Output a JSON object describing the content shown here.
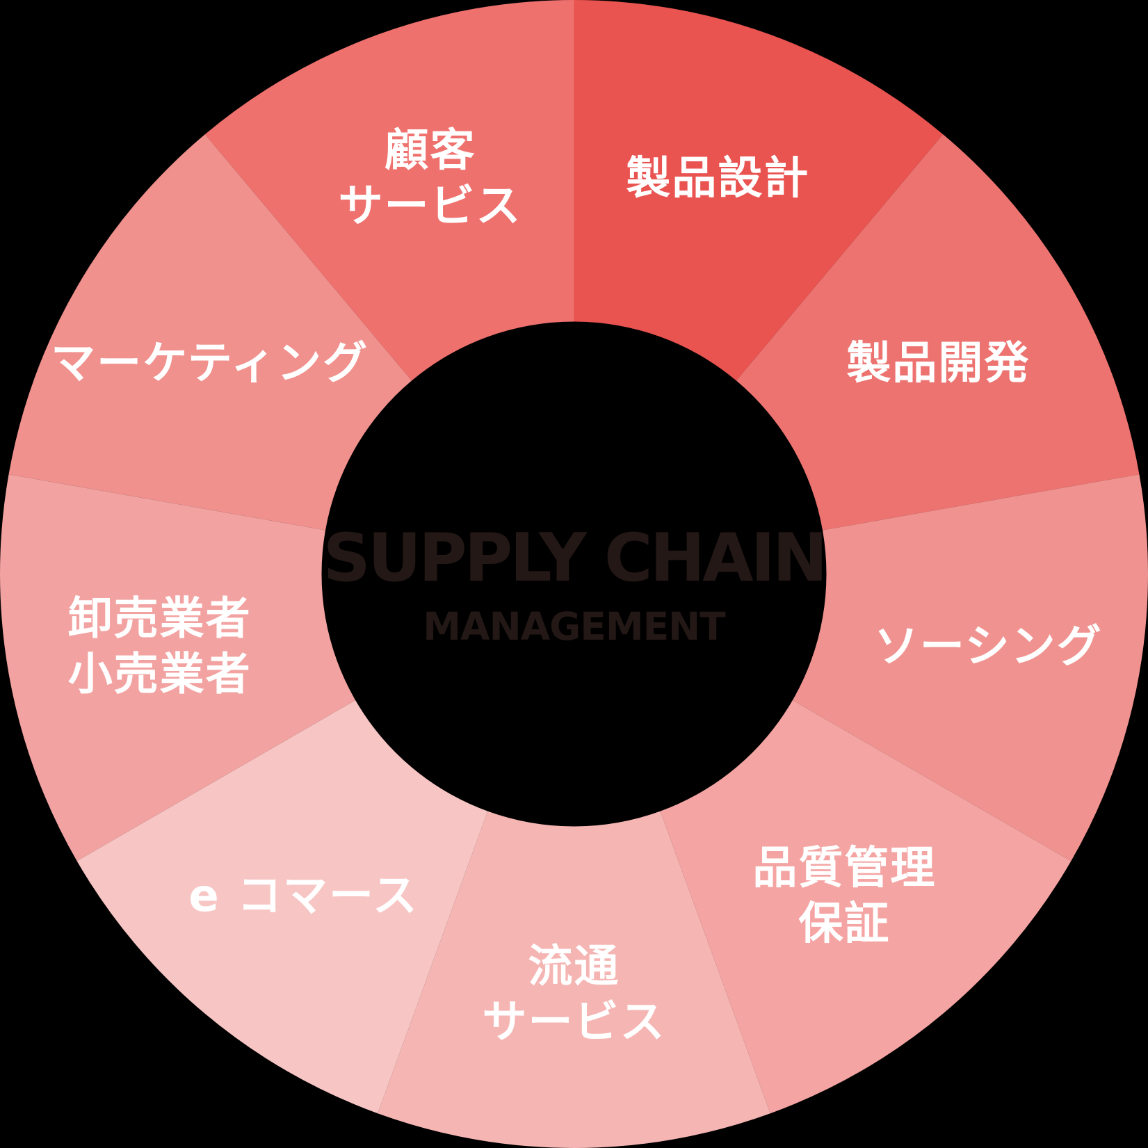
{
  "background_color": "#000000",
  "center": {
    "title": "SUPPLY CHAIN",
    "subtitle": "MANAGEMENT",
    "text_color": "#231815"
  },
  "chart_data": {
    "type": "pie",
    "title": "SUPPLY CHAIN MANAGEMENT",
    "donut": true,
    "equal_segments": true,
    "segment_angle_deg": 40,
    "start_angle_deg": 0,
    "direction": "clockwise",
    "legend_position": "none",
    "label_text_color": "#FFFFFF",
    "segments": [
      {
        "label": "製品設計",
        "lines": [
          "製品設計"
        ],
        "value": 1,
        "angle_start": 0,
        "angle_end": 40,
        "color": "#E95350"
      },
      {
        "label": "製品開発",
        "lines": [
          "製品開発"
        ],
        "value": 1,
        "angle_start": 40,
        "angle_end": 80,
        "color": "#ED7370"
      },
      {
        "label": "ソーシング",
        "lines": [
          "ソーシング"
        ],
        "value": 1,
        "angle_start": 80,
        "angle_end": 120,
        "color": "#F09390"
      },
      {
        "label": "品質管理 保証",
        "lines": [
          "品質管理",
          "保証"
        ],
        "value": 1,
        "angle_start": 120,
        "angle_end": 160,
        "color": "#F4A5A3"
      },
      {
        "label": "流通 サービス",
        "lines": [
          "流通",
          "サービス"
        ],
        "value": 1,
        "angle_start": 160,
        "angle_end": 200,
        "color": "#F5B5B3"
      },
      {
        "label": "e コマース",
        "lines": [
          "e コマース"
        ],
        "value": 1,
        "angle_start": 200,
        "angle_end": 240,
        "color": "#F7C6C4"
      },
      {
        "label": "卸売業者 小売業者",
        "lines": [
          "卸売業者",
          "小売業者"
        ],
        "value": 1,
        "angle_start": 240,
        "angle_end": 280,
        "color": "#F2A3A1"
      },
      {
        "label": "マーケティング",
        "lines": [
          "マーケティング"
        ],
        "value": 1,
        "angle_start": 280,
        "angle_end": 320,
        "color": "#F0918E"
      },
      {
        "label": "顧客 サービス",
        "lines": [
          "顧客",
          "サービス"
        ],
        "value": 1,
        "angle_start": 320,
        "angle_end": 360,
        "color": "#EF716E"
      }
    ]
  }
}
